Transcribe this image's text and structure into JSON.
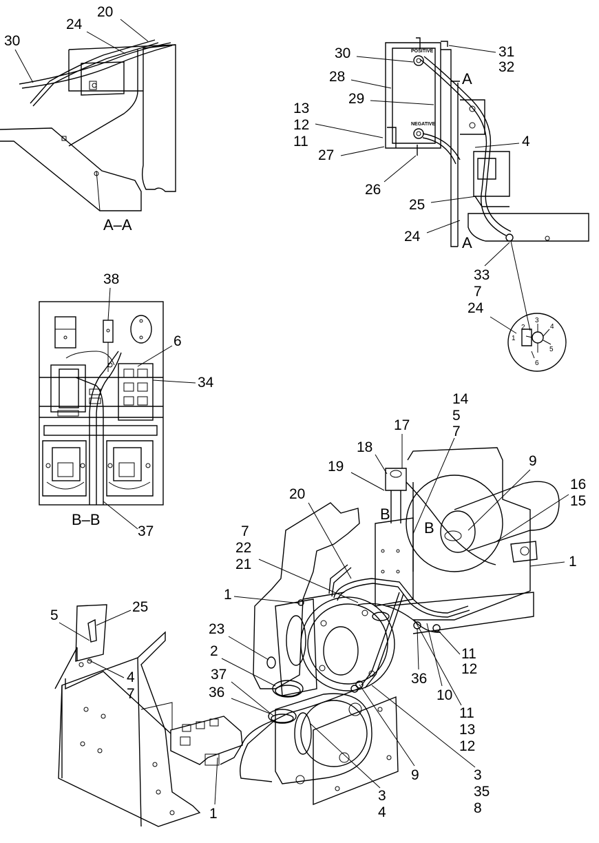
{
  "sections": {
    "aa": "A–A",
    "bb": "B–B"
  },
  "cut_markers": {
    "a_top": "A",
    "a_bottom": "A",
    "b_left": "B",
    "b_right": "B"
  },
  "battery_labels": {
    "positive": "POSITIVE",
    "negative": "NEGATIVE"
  },
  "terminal_numbers": [
    "1",
    "2",
    "3",
    "4",
    "5",
    "6"
  ],
  "callouts": {
    "aa_30": "30",
    "aa_24": "24",
    "aa_20": "20",
    "bat_30": "30",
    "bat_31": "31",
    "bat_32": "32",
    "bat_28": "28",
    "bat_29": "29",
    "bat_13": "13",
    "bat_12": "12",
    "bat_11": "11",
    "bat_27": "27",
    "bat_4": "4",
    "bat_26": "26",
    "bat_25": "25",
    "bat_24": "24",
    "bat_33": "33",
    "bat_7": "7",
    "term_24": "24",
    "bb_38": "38",
    "bb_6": "6",
    "bb_34": "34",
    "bb_37": "37",
    "m_14": "14",
    "m_5": "5",
    "m_7a": "7",
    "m_17": "17",
    "m_18": "18",
    "m_19": "19",
    "m_9a": "9",
    "m_16": "16",
    "m_15": "15",
    "m_20": "20",
    "m_7b": "7",
    "m_22": "22",
    "m_21": "21",
    "m_1a": "1",
    "m_1b": "1",
    "m_5b": "5",
    "m_25": "25",
    "m_4": "4",
    "m_7c": "7",
    "m_23": "23",
    "m_2": "2",
    "m_37": "37",
    "m_36a": "36",
    "m_36b": "36",
    "m_11a": "11",
    "m_12a": "12",
    "m_10": "10",
    "m_11b": "11",
    "m_13": "13",
    "m_12b": "12",
    "m_9b": "9",
    "m_3a": "3",
    "m_35": "35",
    "m_8": "8",
    "m_3b": "3",
    "m_4b": "4",
    "m_1c": "1"
  }
}
